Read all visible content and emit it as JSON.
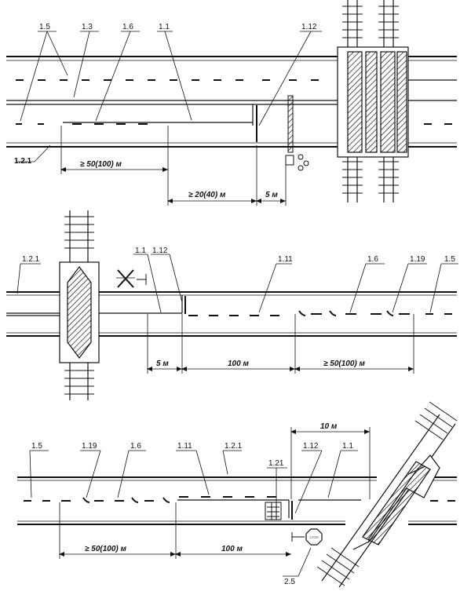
{
  "panels": [
    {
      "labels": [
        "1.5",
        "1.3",
        "1.6",
        "1.1",
        "1.12",
        "1.2.1"
      ],
      "dims": [
        "≥ 50(100) м",
        "≥ 20(40) м",
        "5 м"
      ]
    },
    {
      "labels": [
        "1.2.1",
        "1.1",
        "1.12",
        "1.11",
        "1.6",
        "1.19",
        "1.5"
      ],
      "dims": [
        "5 м",
        "100 м",
        "≥ 50(100) м"
      ]
    },
    {
      "labels": [
        "1.5",
        "1.19",
        "1.6",
        "1.11",
        "1.2.1",
        "1.21",
        "1.12",
        "1.1",
        "2.5"
      ],
      "dims": [
        "10 м",
        "≥ 50(100) м",
        "100 м"
      ]
    }
  ],
  "stop_text": "СТОП"
}
